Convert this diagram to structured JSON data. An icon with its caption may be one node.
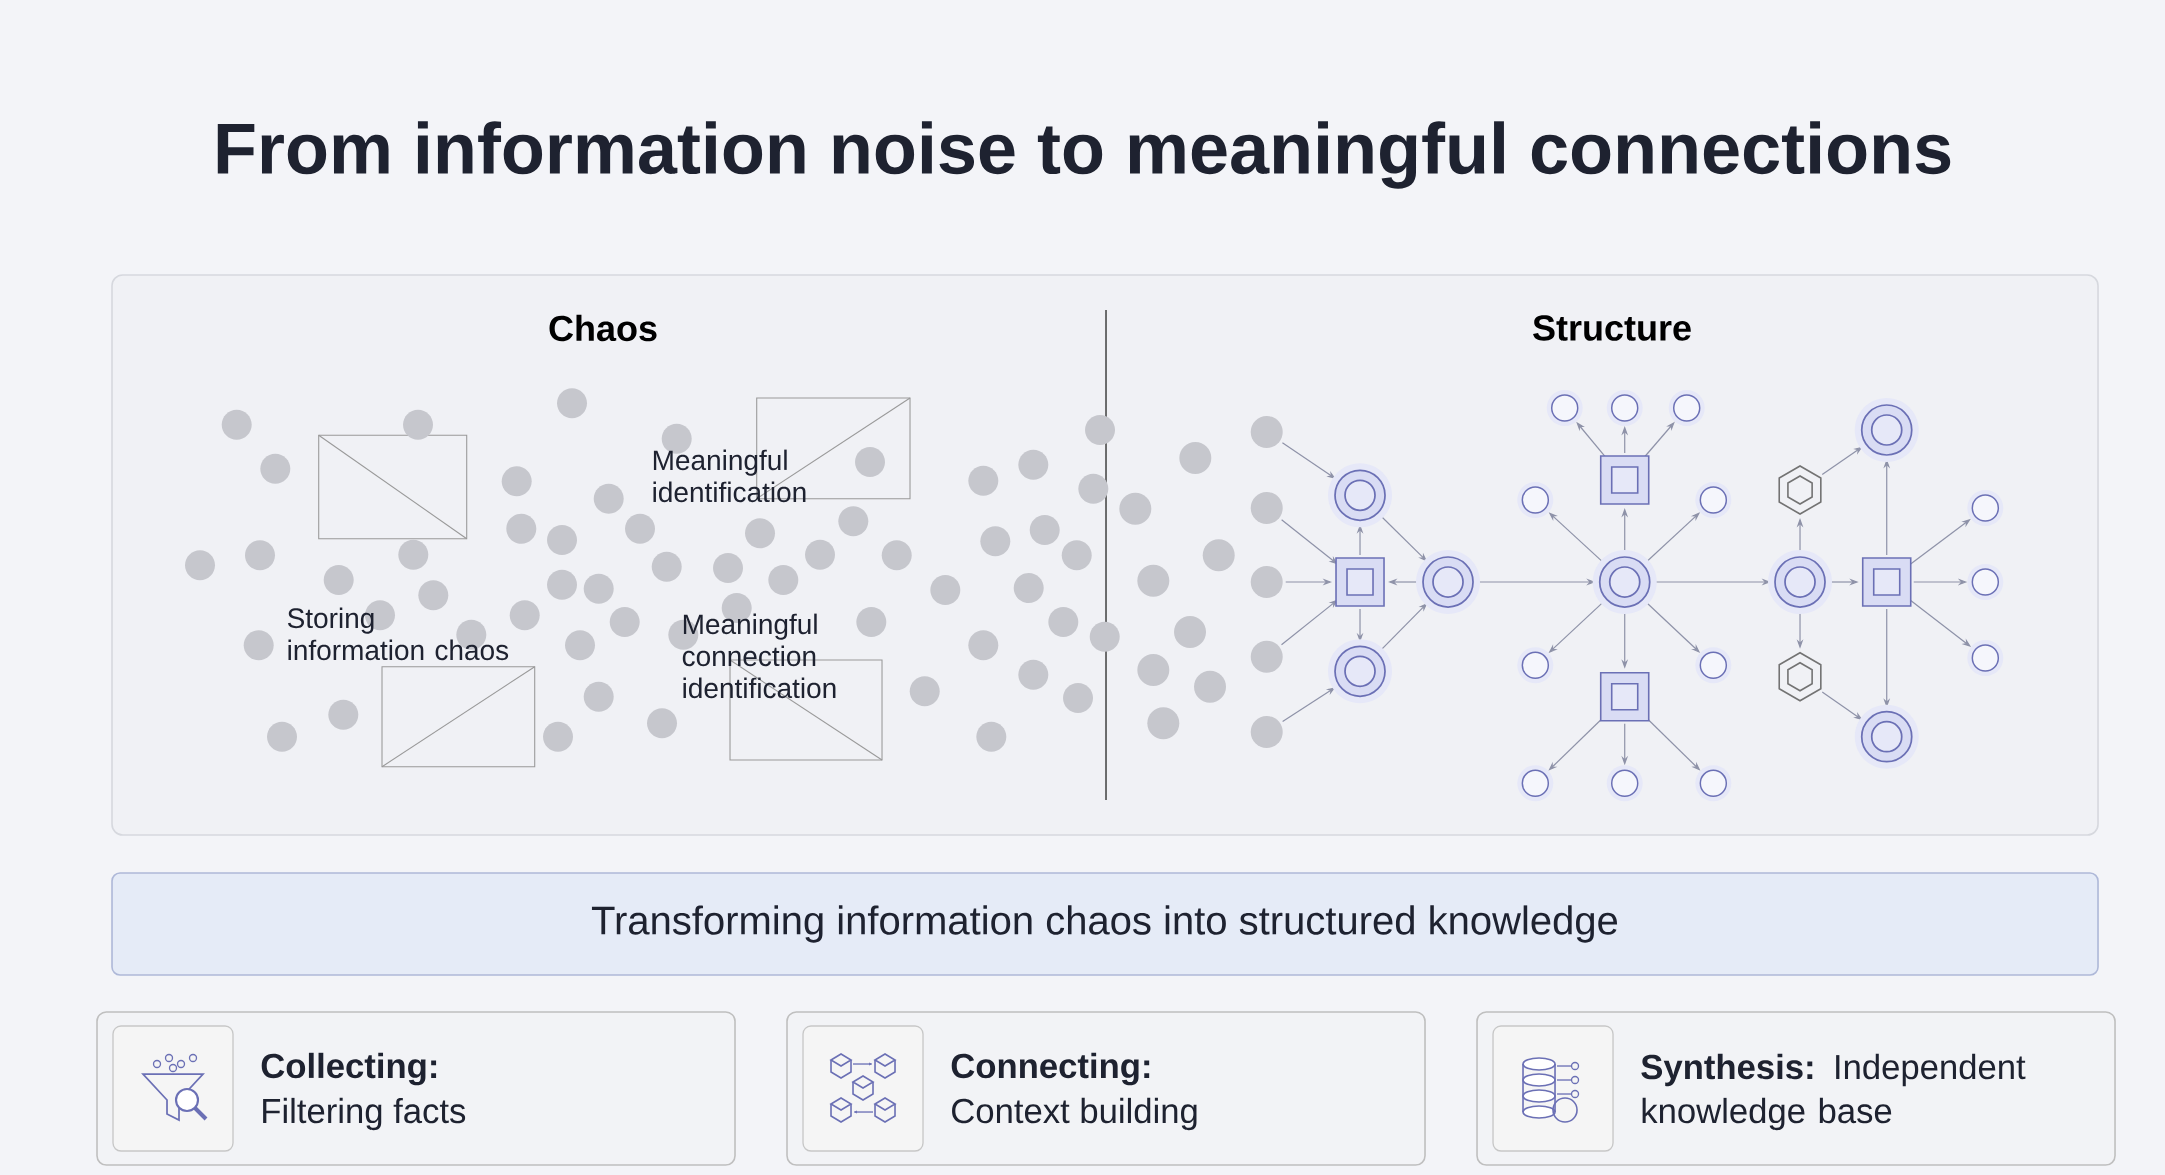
{
  "diagram": {
    "title": "From information noise to meaningful connections",
    "nodes": [
      {
        "text": [
          "Chaos",
          "Structure"
        ]
      },
      {
        "text": [
          "Transforming information chaos into structured knowledge"
        ]
      },
      {
        "text": [
          "Collecting:",
          "Filtering facts"
        ]
      },
      {
        "text": [
          "Connecting:",
          "Context building"
        ]
      },
      {
        "text": [
          "**Synthesis:** Independent knowledge base"
        ]
      }
    ],
    "labels": [
      "Meaningful identification",
      "Storing information chaos",
      "Meaningful connection identification"
    ]
  }
}
